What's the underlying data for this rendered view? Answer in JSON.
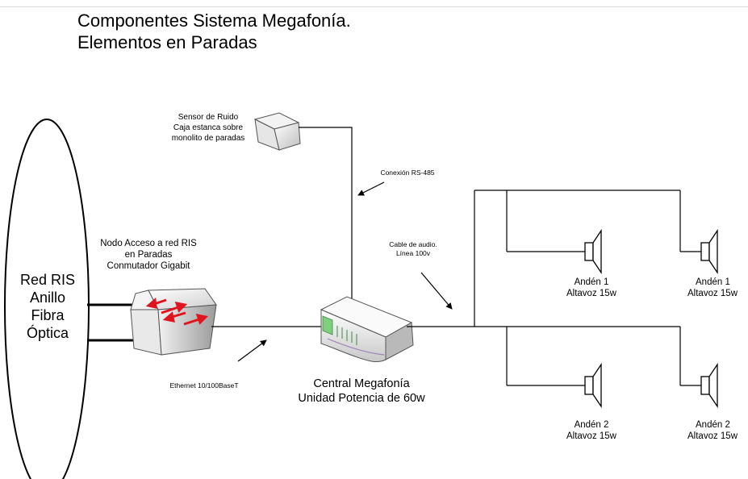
{
  "title": {
    "line1": "Componentes Sistema Megafonía.",
    "line2": "Elementos en Paradas"
  },
  "red_ris": {
    "lines": [
      "Red RIS",
      "Anillo",
      "Fibra",
      "Óptica"
    ]
  },
  "nodo": {
    "lines": [
      "Nodo Acceso a red RIS",
      "en Paradas",
      "Conmutador Gigabit"
    ]
  },
  "sensor": {
    "lines": [
      "Sensor de Ruido",
      "Caja estanca sobre",
      "monolito de paradas"
    ]
  },
  "conexion_label": "Conexión RS-485",
  "cable_label": {
    "lines": [
      "Cable de audio.",
      "Línea 100v"
    ]
  },
  "ethernet_label": "Ethernet 10/100BaseT",
  "central": {
    "lines": [
      "Central Megafonía",
      "Unidad Potencia de 60w"
    ]
  },
  "speakers": [
    {
      "line1": "Andén 1",
      "line2": "Altavoz 15w"
    },
    {
      "line1": "Andén 1",
      "line2": "Altavoz 15w"
    },
    {
      "line1": "Andén 2",
      "line2": "Altavoz 15w"
    },
    {
      "line1": "Andén 2",
      "line2": "Altavoz 15w"
    }
  ],
  "colors": {
    "line": "#000000",
    "switch_arrows": "#e0141e",
    "device_face": "#7fcf7f"
  }
}
